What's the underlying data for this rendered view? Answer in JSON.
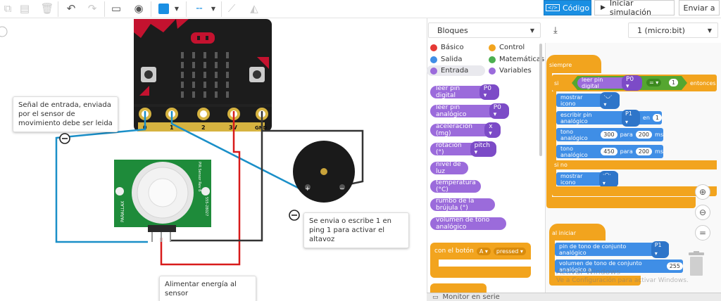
{
  "toolbar": {
    "code_label": "Código",
    "simulate_label": "Iniciar simulación",
    "send_label": "Enviar a"
  },
  "annotations": {
    "input_note": "Señal de entrada, enviada por el sensor de movimiento debe ser leida",
    "speaker_note": "Se envia o escribe 1 en ping 1 para activar el altavoz",
    "power_note": "Alimentar energía al sensor"
  },
  "board": {
    "pins": [
      "0",
      "1",
      "2",
      "3V",
      "GND"
    ]
  },
  "pir": {
    "brand": "PARALLAX",
    "label": "PIR Sensor Rev B",
    "code": "555-28027"
  },
  "buzzer": {
    "plus": "+",
    "minus": "−"
  },
  "blocks_panel": {
    "dropdown": "Bloques",
    "categories": [
      {
        "label": "Básico",
        "color": "#e53935"
      },
      {
        "label": "Control",
        "color": "#f2a41e"
      },
      {
        "label": "Salida",
        "color": "#3f8ee6"
      },
      {
        "label": "Matemáticas",
        "color": "#4caf50"
      },
      {
        "label": "Entrada",
        "color": "#9b6bdb"
      },
      {
        "label": "Variables",
        "color": "#9b6bdb"
      }
    ],
    "blocks": [
      {
        "label": "leer pin digital",
        "pill": "P0 ▾"
      },
      {
        "label": "leer pin analógico",
        "pill": "P0 ▾"
      },
      {
        "label": "aceleración (mg)",
        "pill": "x ▾"
      },
      {
        "label": "rotación (°)",
        "pill": "pitch ▾"
      },
      {
        "label": "nivel de luz",
        "pill": ""
      },
      {
        "label": "temperatura (°C)",
        "pill": ""
      },
      {
        "label": "rumbo de la brújula (°)",
        "pill": ""
      },
      {
        "label": "volumen de tono analógico",
        "pill": ""
      }
    ],
    "button_event": {
      "label": "con el botón",
      "button": "A ▾",
      "state": "pressed ▾"
    }
  },
  "workspace": {
    "device": "1 (micro:bit)",
    "forever": "siempre",
    "if": "si",
    "then": "entonces",
    "read_digital": "leer pin digital",
    "pin_p0": "P0 ▾",
    "eq": "= ▾",
    "one": "1",
    "show_icon": "mostrar icono",
    "write_analog": "escribir pin analógico",
    "pin_p1": "P1 ▾",
    "in": "en",
    "write_value": "1",
    "tone1": {
      "label": "tono analógico",
      "freq": "300",
      "for": "para",
      "ms": "200",
      "unit": "ms"
    },
    "tone2": {
      "label": "tono analógico",
      "freq": "450",
      "for": "para",
      "ms": "200",
      "unit": "ms"
    },
    "else": "si no",
    "on_start": "al iniciar",
    "set_pin": "pin de tono de conjunto analógico",
    "set_volume": "volumen de tono de conjunto analógico a",
    "volume": "255",
    "watermark1": "Activar Windows",
    "watermark2": "Ve a Configuración para activar Windows."
  },
  "serial": {
    "label": "Monitor en serie"
  },
  "colors": {
    "accent": "#1a8fe3",
    "control": "#f2a41e",
    "output": "#3f8ee6",
    "input": "#9b6bdb"
  }
}
